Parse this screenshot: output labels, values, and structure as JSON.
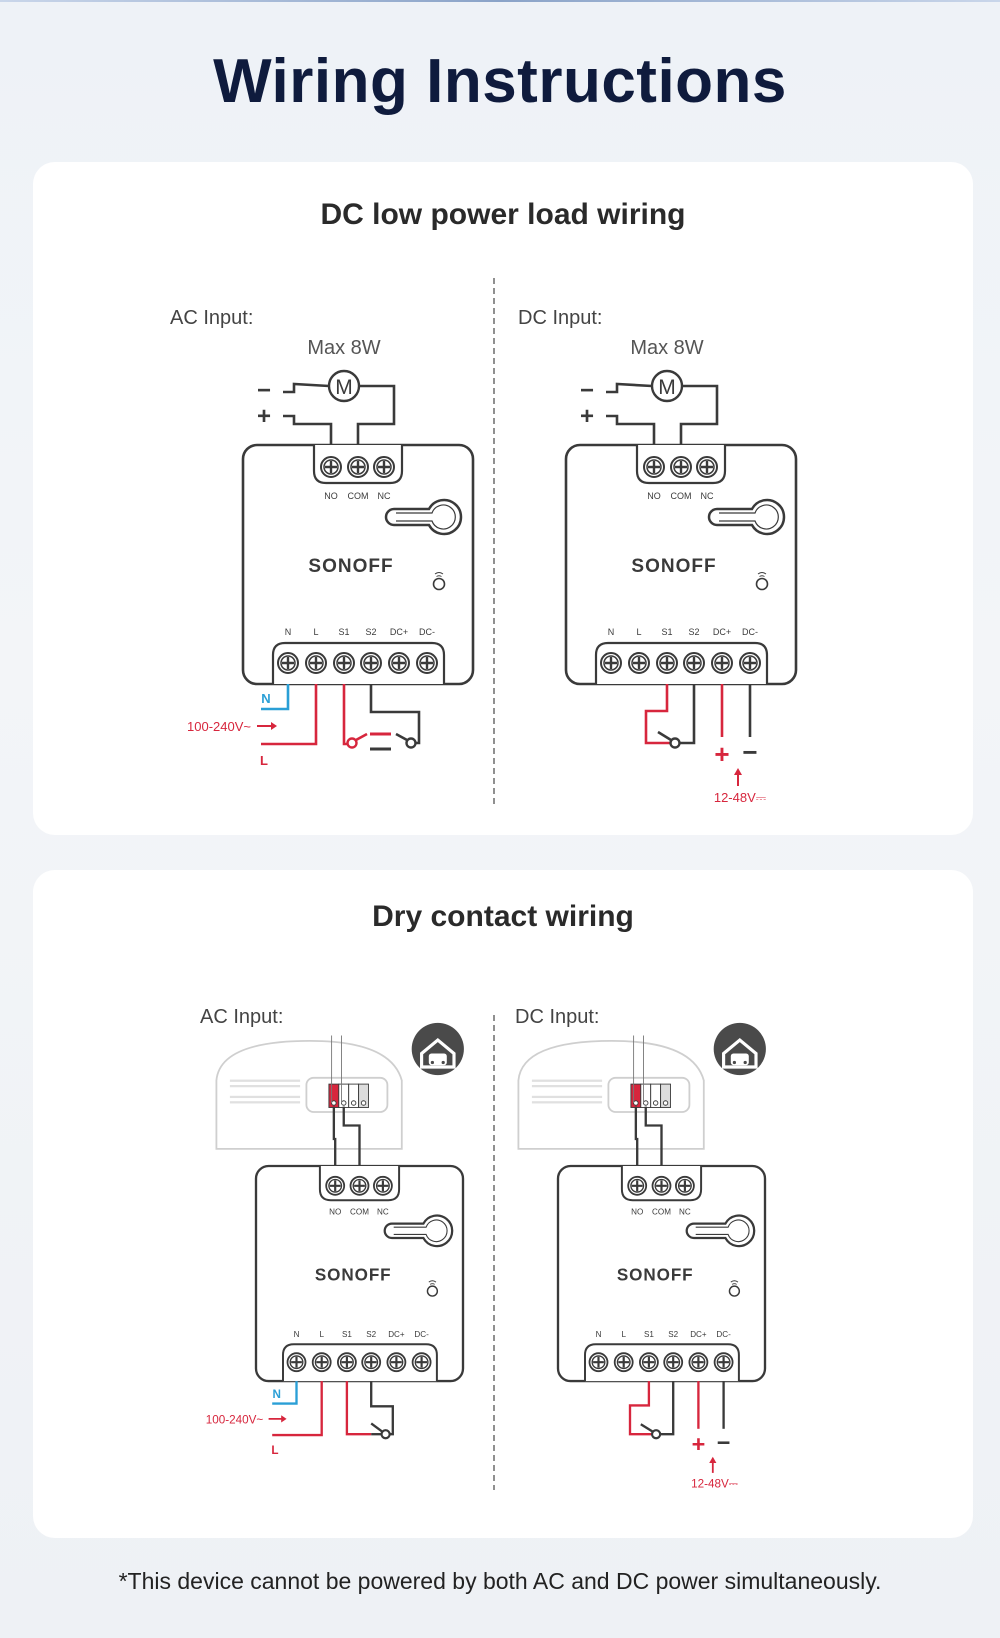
{
  "title": "Wiring Instructions",
  "sections": [
    {
      "title": "DC low power load wiring",
      "ac": {
        "label": "AC Input:",
        "max": "Max 8W",
        "voltage": "100-240V~",
        "n": "N",
        "l": "L",
        "minus": "−",
        "plus": "+"
      },
      "dc": {
        "label": "DC Input:",
        "max": "Max 8W",
        "voltage": "12-48V⎓",
        "minus": "−",
        "plus": "+"
      }
    },
    {
      "title": "Dry contact wiring",
      "ac": {
        "label": "AC Input:",
        "voltage": "100-240V~",
        "n": "N",
        "l": "L"
      },
      "dc": {
        "label": "DC Input:",
        "voltage": "12-48V⎓",
        "minus": "−",
        "plus": "+"
      }
    }
  ],
  "device": {
    "brand": "SONOFF",
    "top_terminals": [
      "NO",
      "COM",
      "NC"
    ],
    "bottom_terminals": [
      "N",
      "L",
      "S1",
      "S2",
      "DC+",
      "DC-"
    ]
  },
  "icons": {
    "motor": "M",
    "garage": "garage-door-car-icon",
    "wifi": "wifi-led-icon",
    "keyhole": "mounting-hole-icon"
  },
  "colors": {
    "red": "#d7263d",
    "blue": "#2a9fd6",
    "dark": "#3a3a3a",
    "title": "#0f1b3d"
  },
  "footnote": "*This device cannot be powered by both AC and DC power simultaneously."
}
